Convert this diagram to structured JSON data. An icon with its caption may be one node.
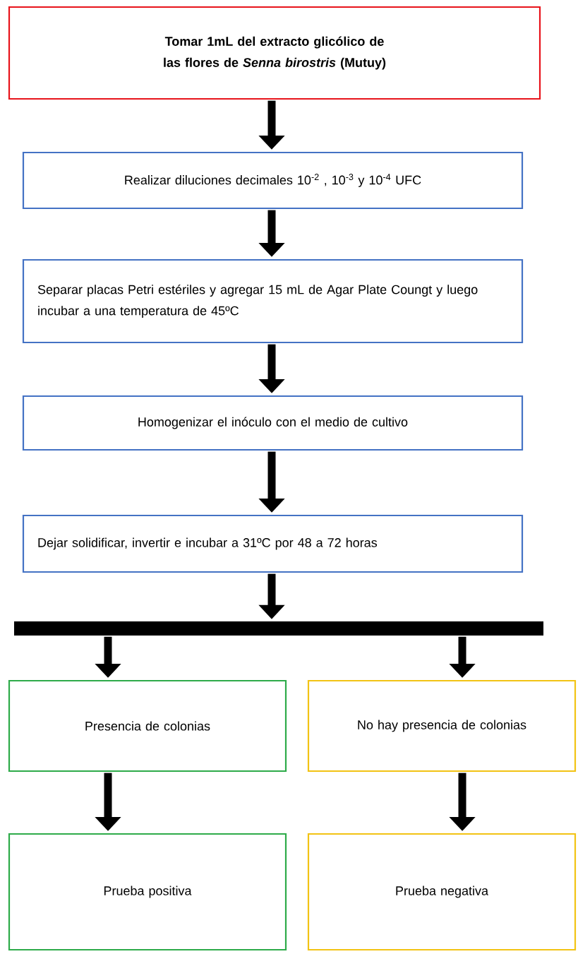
{
  "diagram": {
    "nodes": [
      {
        "text": [
          "Tomar 1mL del extracto glicólico de las flores de *Senna birostris* (Mutuy)"
        ]
      },
      {
        "text": [
          "Realizar diluciones decimales 10$^{-2}$ , 10$^{-3}$ y 10$^{-4}$ UFC"
        ]
      },
      {
        "text": [
          "Separar placas Petri estériles y agregar 15 mL de Agar Plate Coungt y luego incubar a una temperatura de 45ºC"
        ]
      },
      {
        "text": [
          "Homogenizar el inóculo con el medio de cultivo"
        ]
      },
      {
        "text": [
          "Dejar solidificar, invertir e incubar a 31ºC por 48 a 72 horas"
        ]
      },
      {
        "text": [],
        "shape": "bar"
      },
      {
        "text": [
          "Presencia de colonias"
        ]
      },
      {
        "text": [
          "No hay presencia de colonias"
        ]
      },
      {
        "text": [
          "Prueba positiva"
        ]
      },
      {
        "text": [
          "Prueba negativa"
        ]
      }
    ],
    "edges": [
      {
        "from": 0,
        "to": 1,
        "arrow": "to"
      },
      {
        "from": 1,
        "to": 2,
        "arrow": "to"
      },
      {
        "from": 2,
        "to": 3,
        "arrow": "to"
      },
      {
        "from": 3,
        "to": 4,
        "arrow": "to"
      },
      {
        "from": 4,
        "to": 5,
        "arrow": "to"
      },
      {
        "from": 5,
        "to": 6,
        "arrow": "to"
      },
      {
        "from": 5,
        "to": 7,
        "arrow": "to"
      },
      {
        "from": 6,
        "to": 8,
        "arrow": "to"
      },
      {
        "from": 7,
        "to": 9,
        "arrow": "to"
      }
    ]
  }
}
